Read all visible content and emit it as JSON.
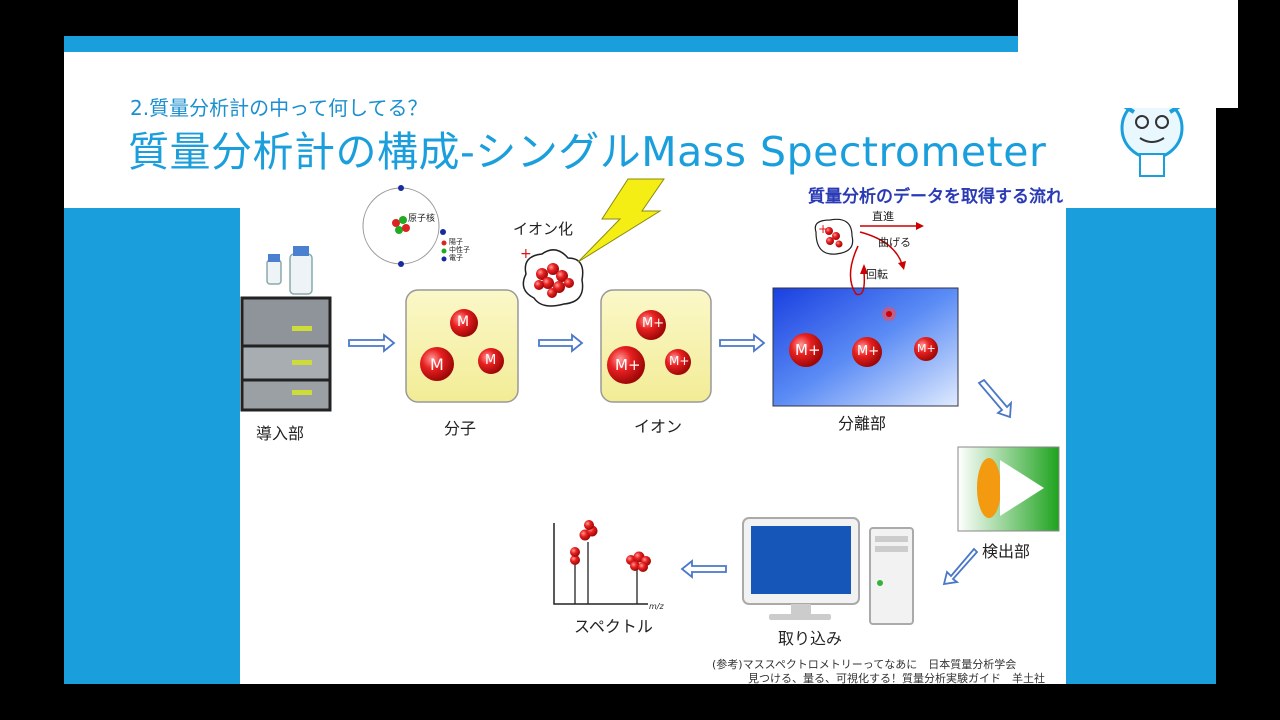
{
  "subtitle": "2.質量分析計の中って何してる？",
  "title": "質量分析計の構成-シングルMass Spectrometer",
  "flow_label": "質量分析のデータを取得する流れ",
  "stages": {
    "inlet": "導入部",
    "molecule": "分子",
    "ion": "イオン",
    "separation": "分離部",
    "detector": "検出部",
    "acquisition": "取り込み",
    "spectrum": "スペクトル"
  },
  "atom": {
    "nucleus": "原子核",
    "proton": "陽子",
    "neutron": "中性子",
    "electron": "電子"
  },
  "ionization": "イオン化",
  "ion_sign": "+",
  "trajectory": {
    "straight": "直進",
    "bend": "曲げる",
    "rotate": "回転"
  },
  "spectrum_axis": "m/z",
  "molecule_symbols": [
    "M",
    "M",
    "M"
  ],
  "ion_symbols": [
    "M+",
    "M+",
    "M+"
  ],
  "separation_symbols": [
    "M+",
    "M+",
    "M+"
  ],
  "reference": {
    "line1": "(参考)マススペクトロメトリーってなあに　日本質量分析学会",
    "line2": "見つける、量る、可視化する！質量分析実験ガイド　羊土社"
  },
  "colors": {
    "accent": "#1b9fdc",
    "flow_label": "#2a3bb5",
    "ion_red": "#e01b1b",
    "box_yellow": "#f8f4b0"
  }
}
